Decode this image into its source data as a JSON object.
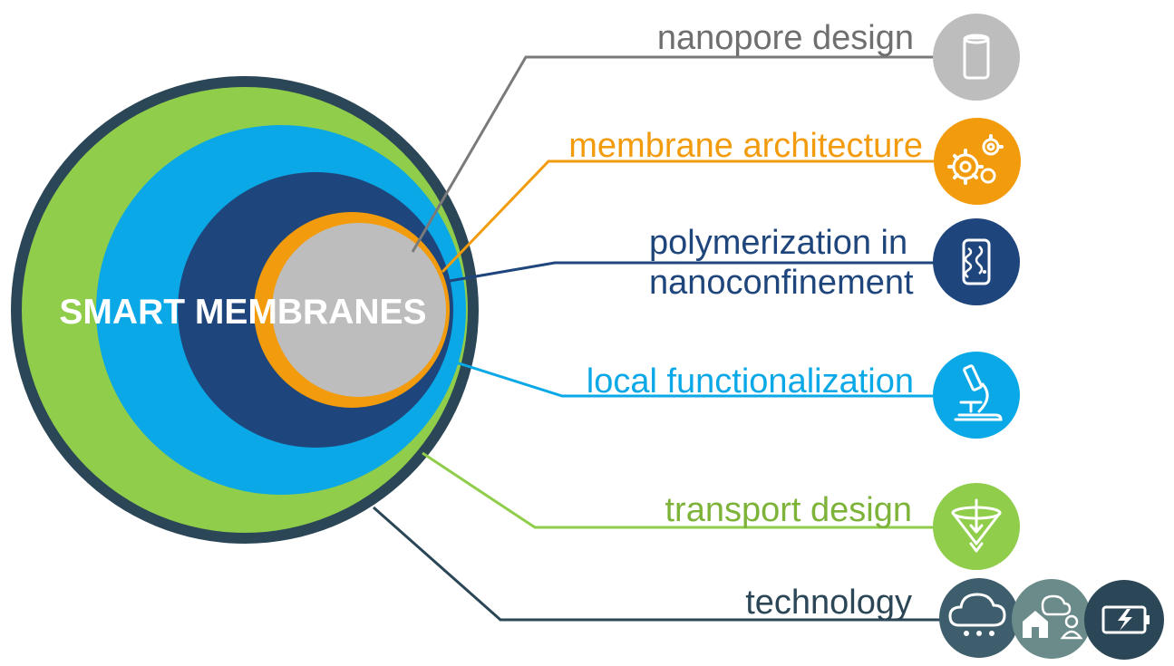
{
  "title": "SMART MEMBRANES",
  "items": [
    {
      "label": "nanopore design",
      "color": "#6f6f6f",
      "icon": "cylinder-icon",
      "icon_bg": "#bdbdbd"
    },
    {
      "label": "membrane architecture",
      "color": "#f29b0d",
      "icon": "gears-icon",
      "icon_bg": "#f29b0d"
    },
    {
      "label_line1": "polymerization in",
      "label_line2": "nanoconfinement",
      "color": "#1f467c",
      "icon": "filled-pore-icon",
      "icon_bg": "#1f467c"
    },
    {
      "label": "local functionalization",
      "color": "#0aa8e6",
      "icon": "microscope-icon",
      "icon_bg": "#0aa8e6"
    },
    {
      "label": "transport design",
      "color": "#7eb33a",
      "icon": "funnel-icon",
      "icon_bg": "#8fcd4b"
    },
    {
      "label": "technology",
      "color": "#2b4656",
      "icons": [
        "cloud-icon",
        "smart-home-icon",
        "battery-icon"
      ],
      "icon_bgs": [
        "#3e5e6d",
        "#6a8b8a",
        "#2b4656"
      ]
    }
  ],
  "rings": {
    "outer": "#2b4656",
    "green": "#8fcd4b",
    "cyan": "#0aa8e6",
    "navy": "#1f467c",
    "orange": "#f29b0d",
    "core": "#bdbdbd"
  }
}
